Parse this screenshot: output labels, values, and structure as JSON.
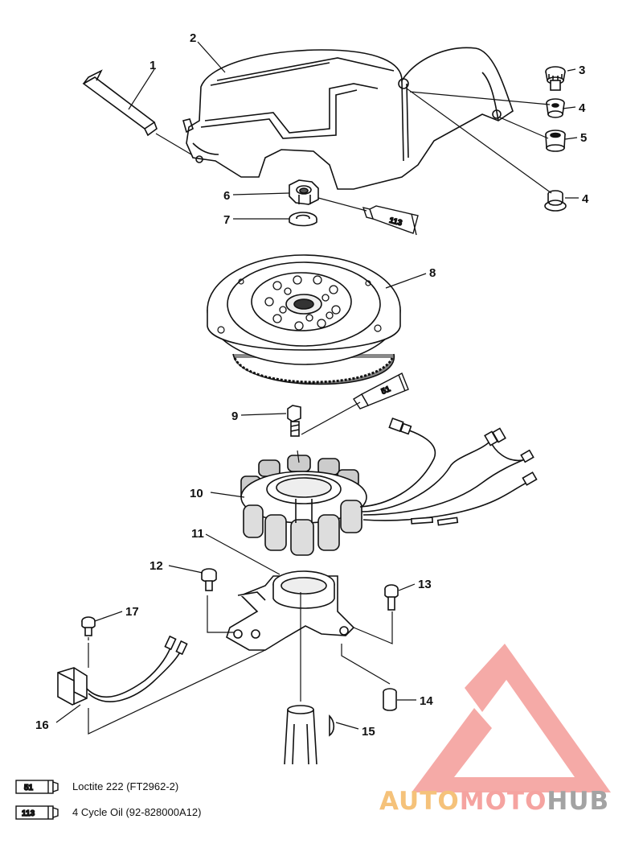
{
  "callouts": [
    {
      "id": "1",
      "label": "1"
    },
    {
      "id": "2",
      "label": "2"
    },
    {
      "id": "3",
      "label": "3"
    },
    {
      "id": "4a",
      "label": "4"
    },
    {
      "id": "5",
      "label": "5"
    },
    {
      "id": "4b",
      "label": "4"
    },
    {
      "id": "6",
      "label": "6"
    },
    {
      "id": "7",
      "label": "7"
    },
    {
      "id": "8",
      "label": "8"
    },
    {
      "id": "9",
      "label": "9"
    },
    {
      "id": "10",
      "label": "10"
    },
    {
      "id": "11",
      "label": "11"
    },
    {
      "id": "12",
      "label": "12"
    },
    {
      "id": "13",
      "label": "13"
    },
    {
      "id": "17",
      "label": "17"
    },
    {
      "id": "14",
      "label": "14"
    },
    {
      "id": "15",
      "label": "15"
    },
    {
      "id": "16",
      "label": "16"
    }
  ],
  "tube_labels": {
    "nut_tube": "113",
    "stator_tube": "51"
  },
  "legend": [
    {
      "code": "51",
      "text": "Loctite 222  (FT2962-2)"
    },
    {
      "code": "113",
      "text": "4 Cycle Oil (92-828000A12)"
    }
  ],
  "watermark": {
    "part1": "AUTO",
    "part2": "MOTO",
    "part3": "HUB",
    "color1": "#f5c27a",
    "color2": "#f5a3a0",
    "color3": "#a3a3a3",
    "logo_color": "#f39b98"
  }
}
